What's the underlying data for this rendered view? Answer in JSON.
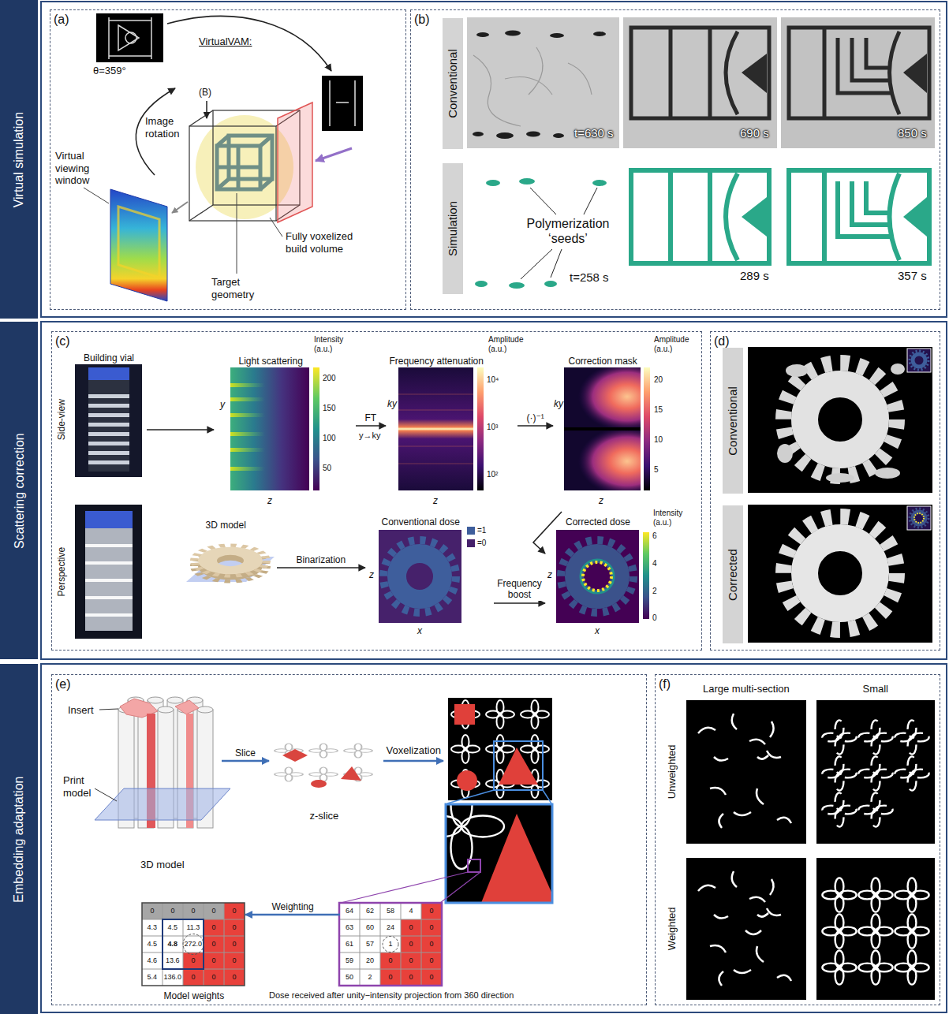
{
  "diagram": {
    "nodes": [
      {
        "text": [
          "Virtual simulation"
        ]
      },
      {
        "text": [
          "(a)"
        ]
      },
      {
        "text": [
          "(b)"
        ]
      },
      {
        "text": [
          "Conventional"
        ],
        "in": 2
      },
      {
        "text": [
          "Simulation"
        ],
        "in": 2
      },
      {
        "text": [
          "Scattering correction"
        ]
      },
      {
        "text": [
          "(c)"
        ]
      },
      {
        "text": [
          "Building vial"
        ],
        "in": 6
      },
      {
        "text": [
          "Light scattering"
        ],
        "in": 6
      },
      {
        "text": [
          "Frequency attenuation"
        ],
        "in": 6
      },
      {
        "text": [
          "Correction mask"
        ],
        "in": 6
      },
      {
        "text": [
          "3D model"
        ],
        "in": 6
      },
      {
        "text": [
          "Conventional dose"
        ],
        "in": 6
      },
      {
        "text": [
          "Corrected dose"
        ],
        "in": 6
      },
      {
        "text": [
          "(d)"
        ]
      },
      {
        "text": [
          "Conventional"
        ],
        "in": 14
      },
      {
        "text": [
          "Corrected"
        ],
        "in": 14
      },
      {
        "text": [
          "Embedding adaptation"
        ]
      },
      {
        "text": [
          "(e)"
        ]
      },
      {
        "text": [
          "3D model"
        ],
        "in": 18
      },
      {
        "text": [
          "z-slice"
        ],
        "in": 18
      },
      {
        "text": [
          "Dose received after unity−intensity projection from 360 direction"
        ],
        "in": 18
      },
      {
        "text": [
          "Model weights"
        ],
        "in": 18
      },
      {
        "text": [
          "(f)"
        ]
      }
    ],
    "edges": [
      {
        "from": 7,
        "to": 8,
        "arrow": "to"
      },
      {
        "from": 8,
        "to": 9,
        "label": "FT",
        "arrow": "to"
      },
      {
        "from": 9,
        "to": 10,
        "label": "(·)⁻¹",
        "arrow": "to"
      },
      {
        "from": 11,
        "to": 12,
        "label": "Binarization",
        "arrow": "to"
      },
      {
        "from": 12,
        "to": 13,
        "label": "Frequency boost",
        "arrow": "to"
      },
      {
        "from": 10,
        "to": 13,
        "arrow": "to"
      },
      {
        "from": 19,
        "to": 20,
        "label": "Slice",
        "arrow": "to"
      },
      {
        "from": 21,
        "to": 22,
        "label": "Weighting",
        "arrow": "to"
      }
    ],
    "labels": [
      "θ=359°",
      "VirtualVAM:",
      "Image rotation",
      "(B)",
      "Virtual viewing window",
      "Fully voxelized build volume",
      "Target geometry",
      "t=630 s",
      "690 s",
      "850 s",
      "Polymerization ‘seeds’",
      "t=258 s",
      "289 s",
      "357 s",
      "Side-view",
      "Perspective",
      "y",
      "z",
      "Intensity (a.u.)",
      "200",
      "150",
      "100",
      "50",
      "y→ky",
      "ky",
      "z",
      "Amplitude (a.u.)",
      "10⁴",
      "10³",
      "10²",
      "ky",
      "z",
      "Amplitude (a.u.)",
      "20",
      "15",
      "10",
      "5",
      "z",
      "x",
      "z",
      "x",
      "Intensity (a.u.)",
      "6",
      "4",
      "2",
      "0",
      "Insert",
      "Print model",
      "Voxelization",
      "64",
      "62",
      "58",
      "4",
      "0",
      "63",
      "60",
      "24",
      "0",
      "0",
      "61",
      "57",
      "1",
      "0",
      "0",
      "59",
      "20",
      "0",
      "0",
      "0",
      "50",
      "2",
      "0",
      "0",
      "0",
      "0",
      "0",
      "0",
      "0",
      "0",
      "4.3",
      "4.5",
      "11.3",
      "0",
      "0",
      "4.5",
      "4.8",
      "272.0",
      "0",
      "0",
      "4.6",
      "13.6",
      "0",
      "0",
      "0",
      "5.4",
      "136.0",
      "0",
      "0",
      "0",
      "Large multi-section",
      "Small",
      "Unweighted",
      "Weighted"
    ],
    "legend": [
      {
        "text": "=1",
        "color": "#3e5e9c"
      },
      {
        "text": "=0",
        "color": "#46216b"
      }
    ]
  }
}
